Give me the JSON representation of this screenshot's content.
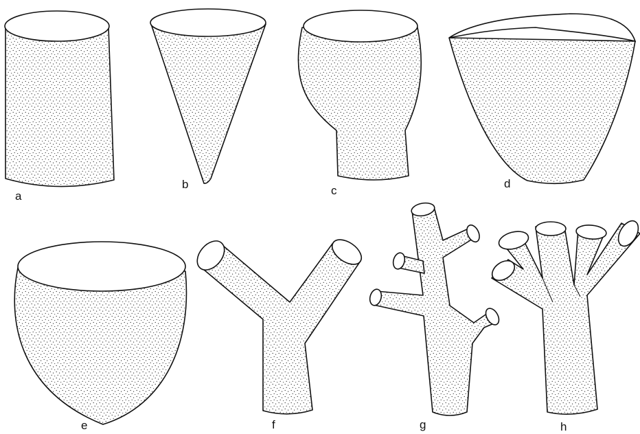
{
  "figure": {
    "labels": {
      "a": "a",
      "b": "b",
      "c": "c",
      "d": "d",
      "e": "e",
      "f": "f",
      "g": "g",
      "h": "h"
    }
  },
  "colors": {
    "ink": "#111111",
    "paper": "#ffffff"
  }
}
